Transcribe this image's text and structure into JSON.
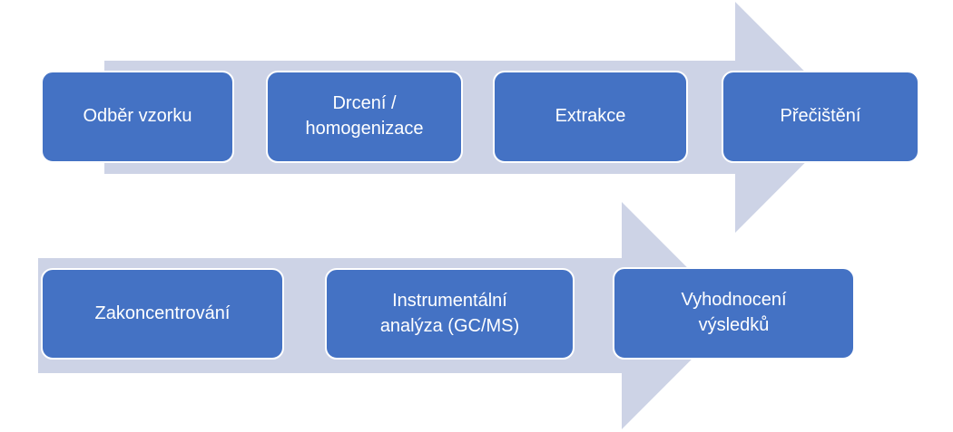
{
  "process": {
    "rows": [
      {
        "steps": [
          {
            "label": "Odběr vzorku"
          },
          {
            "label": "Drcení /\nhomogenizace"
          },
          {
            "label": "Extrakce"
          },
          {
            "label": "Přečištění"
          }
        ]
      },
      {
        "steps": [
          {
            "label": "Zakoncentrování"
          },
          {
            "label": "Instrumentální\nanalýza (GC/MS)"
          },
          {
            "label": "Vyhodnocení\nvýsledků"
          }
        ]
      }
    ],
    "colors": {
      "step_fill": "#4472C4",
      "step_border": "#FFFFFF",
      "step_text": "#FFFFFF",
      "arrow_fill": "#CDD3E6",
      "background": "#FFFFFF"
    }
  }
}
